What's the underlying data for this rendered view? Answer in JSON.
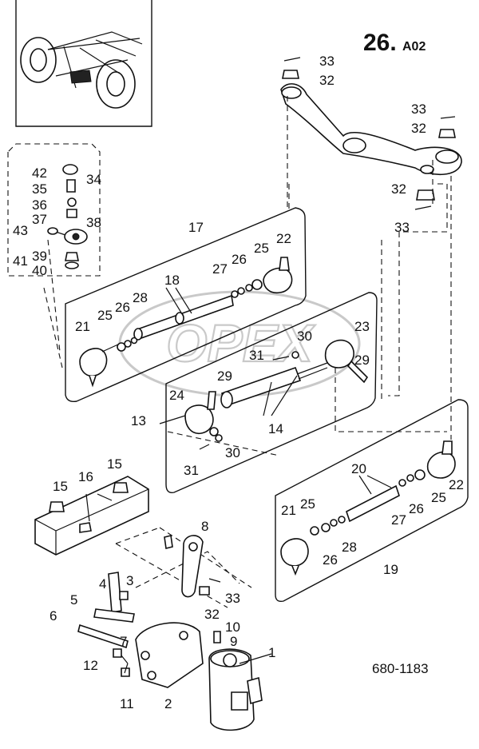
{
  "header": {
    "page_number": "26.",
    "page_suffix": "A02"
  },
  "drawing_number": "680-1183",
  "watermark_text": "OPEX",
  "callouts": [
    "1",
    "2",
    "3",
    "4",
    "5",
    "6",
    "7",
    "8",
    "9",
    "10",
    "11",
    "12",
    "13",
    "14",
    "15",
    "16",
    "17",
    "18",
    "19",
    "20",
    "21",
    "22",
    "23",
    "24",
    "25",
    "26",
    "27",
    "28",
    "29",
    "30",
    "31",
    "32",
    "33",
    "34",
    "35",
    "36",
    "37",
    "38",
    "39",
    "40",
    "41",
    "42",
    "43"
  ]
}
